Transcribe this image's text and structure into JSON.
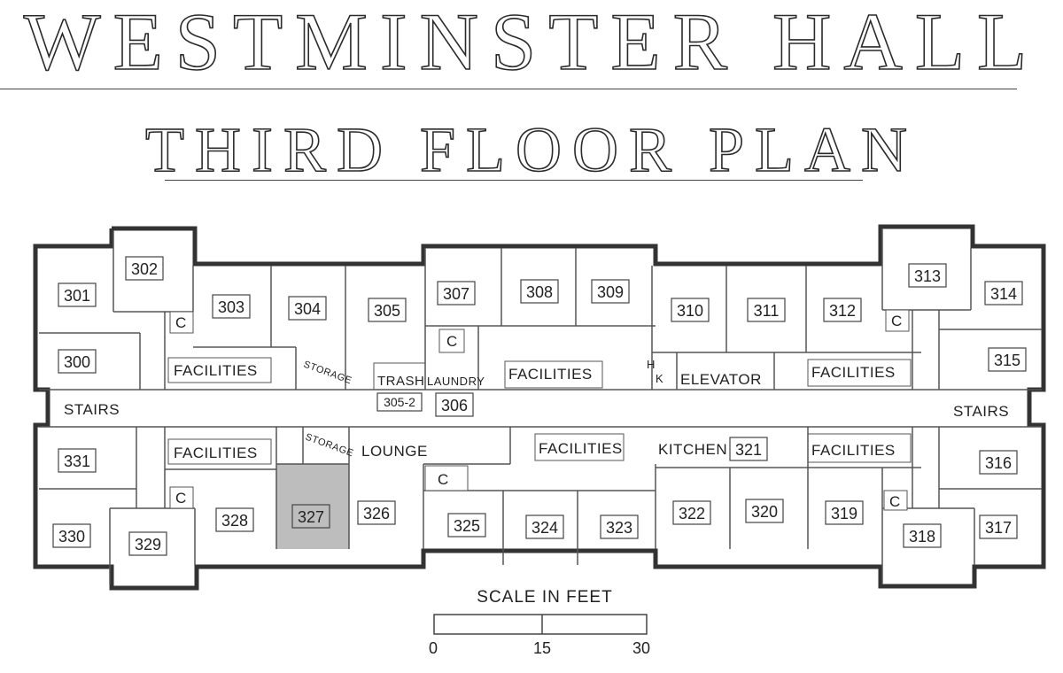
{
  "title": "WESTMINSTER HALL",
  "subtitle": "THIRD FLOOR PLAN",
  "highlighted_room": "327",
  "highlight_color": "#bdbdbd",
  "rooms": [
    "301",
    "302",
    "303",
    "304",
    "305",
    "307",
    "308",
    "309",
    "310",
    "311",
    "312",
    "313",
    "314",
    "300",
    "315",
    "305-2",
    "306",
    "331",
    "316",
    "328",
    "327",
    "326",
    "325",
    "324",
    "323",
    "322",
    "320",
    "319",
    "330",
    "329",
    "318",
    "317",
    "321"
  ],
  "labels": {
    "stairs_left": "STAIRS",
    "stairs_right": "STAIRS",
    "facilities": "FACILITIES",
    "storage": "STORAGE",
    "trash": "TRASH",
    "laundry": "LAUNDRY",
    "elevator": "ELEVATOR",
    "h": "H",
    "k": "K",
    "lounge": "LOUNGE",
    "kitchen": "KITCHEN",
    "closet": "C"
  },
  "scale": {
    "title": "SCALE IN FEET",
    "ticks": [
      "0",
      "15",
      "30"
    ]
  }
}
